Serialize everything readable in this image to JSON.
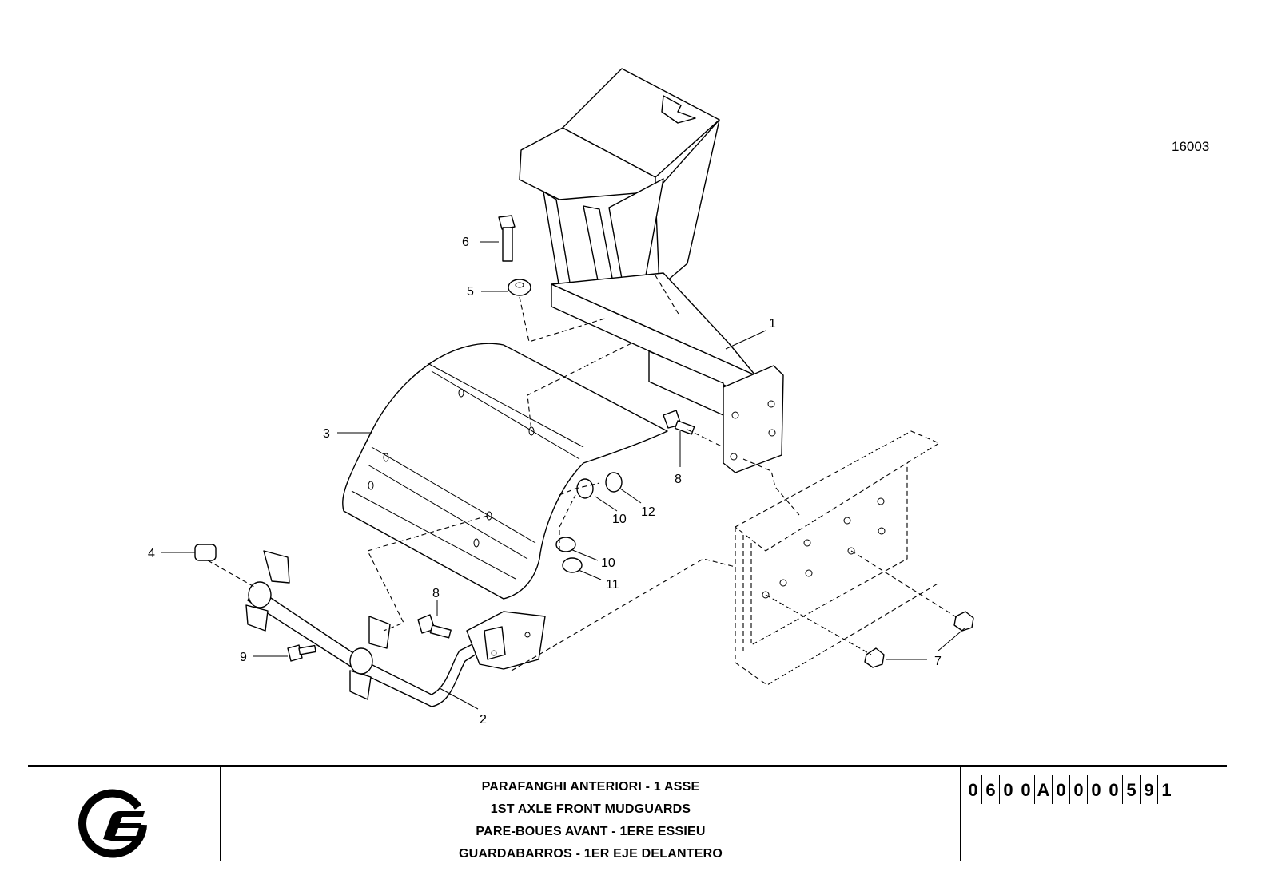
{
  "drawing_number": "16003",
  "callouts": {
    "c1": "1",
    "c2": "2",
    "c3": "3",
    "c4": "4",
    "c5": "5",
    "c6": "6",
    "c7": "7",
    "c8a": "8",
    "c8b": "8",
    "c9": "9",
    "c10a": "10",
    "c10b": "10",
    "c11": "11",
    "c12": "12"
  },
  "title": {
    "it": "PARAFANGHI ANTERIORI - 1 ASSE",
    "en": "1ST AXLE FRONT MUDGUARDS",
    "fr": "PARE-BOUES AVANT - 1ERE ESSIEU",
    "es": "GUARDABARROS - 1ER EJE DELANTERO"
  },
  "part_code": [
    "0",
    "6",
    "0",
    "0",
    "A",
    "0",
    "0",
    "0",
    "0",
    "5",
    "9",
    "1"
  ],
  "logo": {
    "icon": "company-logo-icon",
    "color": "#000000"
  }
}
